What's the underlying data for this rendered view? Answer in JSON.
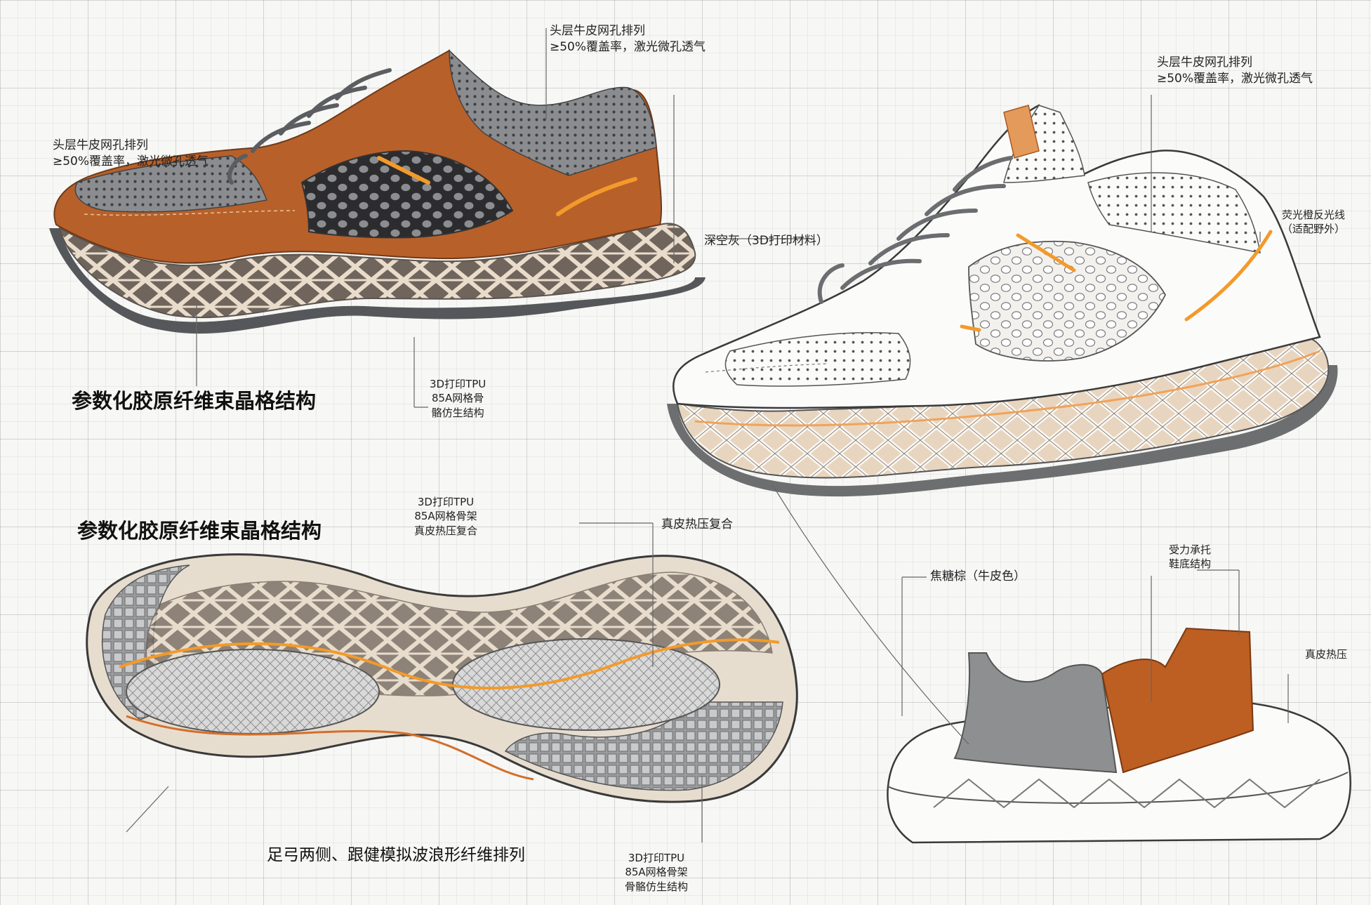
{
  "titles": {
    "lattice_upper": "参数化胶原纤维束晶格结构",
    "lattice_middle": "参数化胶原纤维束晶格结构"
  },
  "callouts": {
    "mesh_top_center": [
      "头层牛皮网孔排列",
      "≥50%覆盖率，激光微孔透气"
    ],
    "mesh_left": [
      "头层牛皮网孔排列",
      "≥50%覆盖率，激光微孔透气"
    ],
    "mesh_top_right": [
      "头层牛皮网孔排列",
      "≥50%覆盖率，激光微孔透气"
    ],
    "dark_grey": "深空灰（3D打印材料）",
    "reflective": [
      "荧光橙反光线",
      "（适配野外）"
    ],
    "tpu_upper": [
      "3D打印TPU",
      "85A网格骨",
      "骼仿生结构"
    ],
    "tpu_middle": [
      "3D打印TPU",
      "85A网格骨架",
      "真皮热压复合"
    ],
    "leather_composite": "真皮热压复合",
    "caramel": "焦糖棕（牛皮色）",
    "support": [
      "受力承托",
      "鞋底结构"
    ],
    "leather_press": "真皮热压",
    "tpu_bottom": [
      "3D打印TPU",
      "85A网格骨架",
      "骨骼仿生结构"
    ]
  },
  "caption": "足弓两侧、跟健模拟波浪形纤维排列",
  "colors": {
    "leather_orange": "#b8602a",
    "space_grey": "#7d7f82",
    "lattice_cream": "#e9dccb",
    "reflective_orange": "#f39a2b",
    "paper": "#f7f7f5",
    "ink": "#333333"
  }
}
